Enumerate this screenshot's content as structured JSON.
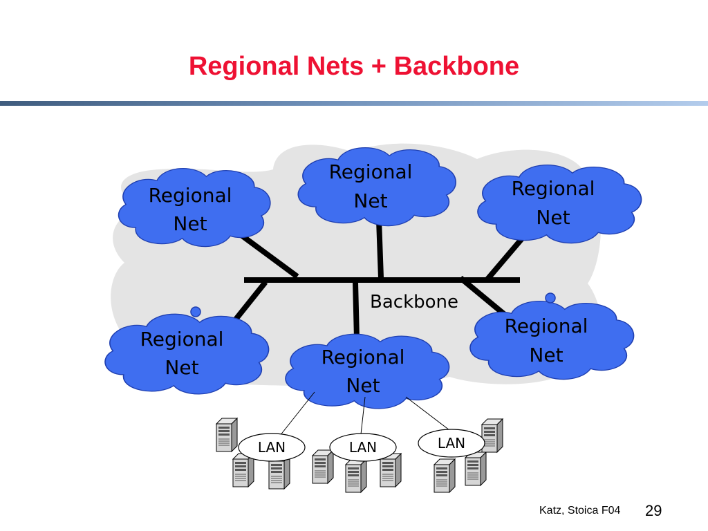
{
  "title": "Regional Nets + Backbone",
  "colors": {
    "title": "#ee1133",
    "cloud_fill": "#3f6ef0",
    "cloud_stroke": "#1f3fb0",
    "backdrop_fill": "#e4e4e4",
    "link_line": "#000000"
  },
  "backbone": {
    "label": "Backbone"
  },
  "regional_nets": [
    {
      "line1": "Regional",
      "line2": "Net"
    },
    {
      "line1": "Regional",
      "line2": "Net"
    },
    {
      "line1": "Regional",
      "line2": "Net"
    },
    {
      "line1": "Regional",
      "line2": "Net"
    },
    {
      "line1": "Regional",
      "line2": "Net"
    },
    {
      "line1": "Regional",
      "line2": "Net"
    }
  ],
  "lans": [
    {
      "label": "LAN"
    },
    {
      "label": "LAN"
    },
    {
      "label": "LAN"
    }
  ],
  "icons": {
    "cloud": "cloud-icon",
    "server": "server-tower-icon"
  },
  "footer": {
    "credit": "Katz, Stoica F04",
    "page": "29"
  }
}
